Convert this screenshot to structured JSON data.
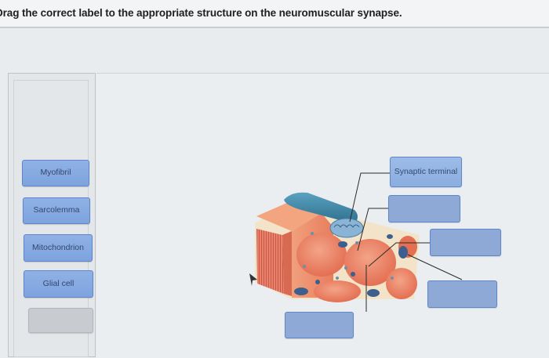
{
  "instruction": "Drag the correct label to the appropriate structure on the neuromuscular synapse.",
  "label_bank": {
    "labels": [
      "Myofibril",
      "Sarcolemma",
      "Mitochondrion",
      "Glial cell"
    ]
  },
  "targets": {
    "filled_label": "Synaptic terminal"
  },
  "colors": {
    "label_chip": "#8fb1e6",
    "drop_target": "#8fa9d6",
    "muscle_fiber": "#e98a6b",
    "axon": "#3f86a6"
  }
}
